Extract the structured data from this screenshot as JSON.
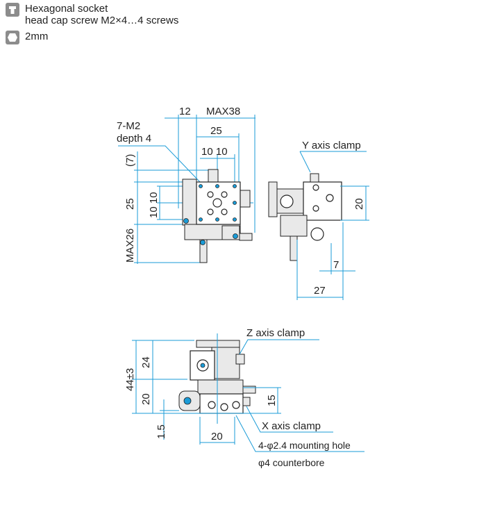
{
  "legend": {
    "screw_line1": "Hexagonal socket",
    "screw_line2": "head cap screw M2×4…4 screws",
    "wrench": "2mm",
    "icons": [
      "cap-screw-icon",
      "hex-wrench-icon"
    ]
  },
  "top_view": {
    "dim_12": "12",
    "dim_max38": "MAX38",
    "dim_25_h": "25",
    "dim_10_10_h": "10 10",
    "note_line1": "7-M2",
    "note_line2": "depth 4",
    "dim_7": "(7)",
    "dim_25_v": "25",
    "dim_10_10_v": "10 10",
    "dim_max26": "MAX26"
  },
  "side_view": {
    "y_clamp": "Y axis clamp",
    "dim_20": "20",
    "dim_7": "7",
    "dim_27": "27"
  },
  "front_view": {
    "z_clamp": "Z axis clamp",
    "dim_24": "24",
    "dim_44": "44±3",
    "dim_20_v": "20",
    "dim_15": "15",
    "dim_1_5": "1.5",
    "dim_20_h": "20",
    "x_clamp": "X axis clamp",
    "hole_line1": "4-φ2.4 mounting hole",
    "hole_line2": "φ4 counterbore"
  },
  "colors": {
    "dimension": "#1a9bd7",
    "icon": "#8c8c8c"
  }
}
